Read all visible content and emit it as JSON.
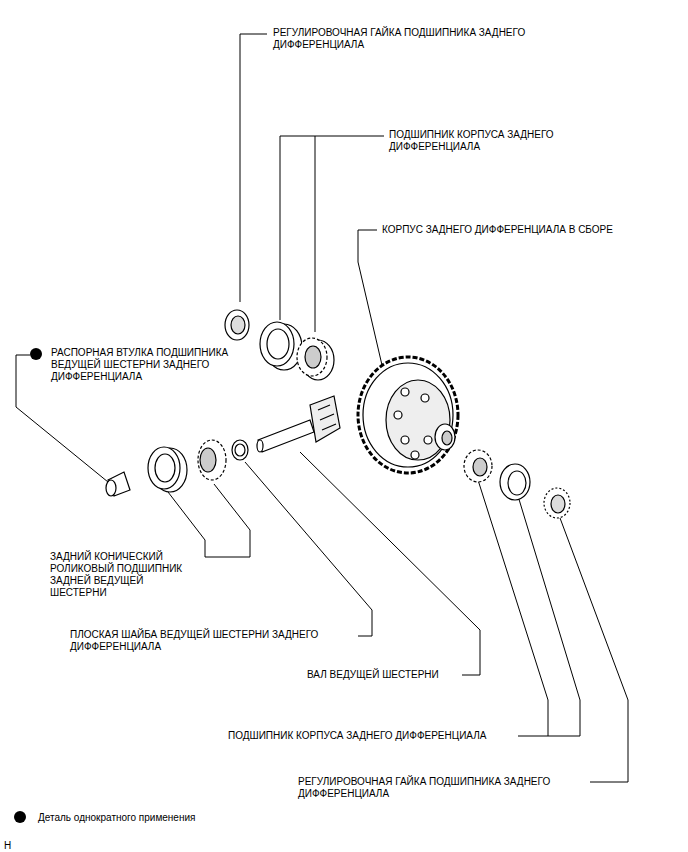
{
  "diagram": {
    "labels": [
      "РЕГУЛИРОВОЧНАЯ ГАЙКА ПОДШИПНИКА ЗАДНЕГО ДИФФЕРЕНЦИАЛА",
      "ПОДШИПНИК КОРПУСА ЗАДНЕГО ДИФФЕРЕНЦИАЛА",
      "КОРПУС ЗАДНЕГО ДИФФЕРЕНЦИАЛА В СБОРЕ",
      "РАСПОРНАЯ ВТУЛКА ПОДШИПНИКА ВЕДУЩЕЙ ШЕСТЕРНИ ЗАДНЕГО ДИФФЕРЕНЦИАЛА",
      "ЗАДНИЙ КОНИЧЕСКИЙ РОЛИКОВЫЙ ПОДШИПНИК ЗАДНЕЙ ВЕДУЩЕЙ ШЕСТЕРНИ",
      "ПЛОСКАЯ ШАЙБА ВЕДУЩЕЙ ШЕСТЕРНИ ЗАДНЕГО ДИФФЕРЕНЦИАЛА",
      "ВАЛ ВЕДУЩЕЙ ШЕСТЕРНИ",
      "ПОДШИПНИК КОРПУСА ЗАДНЕГО ДИФФЕРЕНЦИАЛА",
      "РЕГУЛИРОВОЧНАЯ ГАЙКА ПОДШИПНИКА ЗАДНЕГО ДИФФЕРЕНЦИАЛА",
      "H"
    ],
    "legend": [
      {
        "text": "Деталь однократного применения"
      }
    ]
  }
}
